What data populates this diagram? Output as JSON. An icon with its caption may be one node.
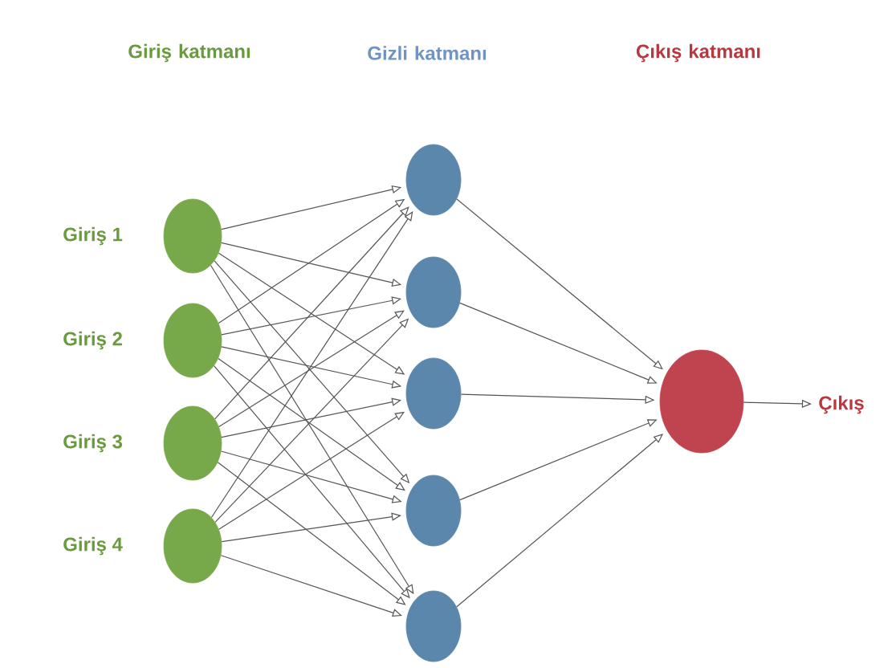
{
  "diagram": {
    "nodes": [
      {
        "text": [],
        "shape": "circle",
        "beside": [
          "Giriş 1"
        ]
      },
      {
        "text": [],
        "shape": "circle",
        "beside": [
          "Giriş 2"
        ]
      },
      {
        "text": [],
        "shape": "circle",
        "beside": [
          "Giriş 3"
        ]
      },
      {
        "text": [],
        "shape": "circle",
        "beside": [
          "Giriş 4"
        ]
      },
      {
        "text": [],
        "shape": "circle"
      },
      {
        "text": [],
        "shape": "circle"
      },
      {
        "text": [],
        "shape": "circle"
      },
      {
        "text": [],
        "shape": "circle"
      },
      {
        "text": [],
        "shape": "circle"
      },
      {
        "text": [],
        "shape": "circle"
      },
      {
        "text": [
          "Çıkış"
        ]
      }
    ],
    "edges": [
      {
        "from": 0,
        "to": 4,
        "arrow": "to"
      },
      {
        "from": 0,
        "to": 5,
        "arrow": "to"
      },
      {
        "from": 0,
        "to": 6,
        "arrow": "to"
      },
      {
        "from": 0,
        "to": 7,
        "arrow": "to"
      },
      {
        "from": 0,
        "to": 8,
        "arrow": "to"
      },
      {
        "from": 1,
        "to": 4,
        "arrow": "to"
      },
      {
        "from": 1,
        "to": 5,
        "arrow": "to"
      },
      {
        "from": 1,
        "to": 6,
        "arrow": "to"
      },
      {
        "from": 1,
        "to": 7,
        "arrow": "to"
      },
      {
        "from": 1,
        "to": 8,
        "arrow": "to"
      },
      {
        "from": 2,
        "to": 4,
        "arrow": "to"
      },
      {
        "from": 2,
        "to": 5,
        "arrow": "to"
      },
      {
        "from": 2,
        "to": 6,
        "arrow": "to"
      },
      {
        "from": 2,
        "to": 7,
        "arrow": "to"
      },
      {
        "from": 2,
        "to": 8,
        "arrow": "to"
      },
      {
        "from": 3,
        "to": 4,
        "arrow": "to"
      },
      {
        "from": 3,
        "to": 5,
        "arrow": "to"
      },
      {
        "from": 3,
        "to": 6,
        "arrow": "to"
      },
      {
        "from": 3,
        "to": 7,
        "arrow": "to"
      },
      {
        "from": 3,
        "to": 8,
        "arrow": "to"
      },
      {
        "from": 4,
        "to": 9,
        "arrow": "to"
      },
      {
        "from": 5,
        "to": 9,
        "arrow": "to"
      },
      {
        "from": 6,
        "to": 9,
        "arrow": "to"
      },
      {
        "from": 7,
        "to": 9,
        "arrow": "to"
      },
      {
        "from": 8,
        "to": 9,
        "arrow": "to"
      },
      {
        "from": 9,
        "to": 10,
        "arrow": "to"
      }
    ],
    "labels": [
      "Giriş katmanı",
      "Gizli katmanı",
      "Çıkış katmanı"
    ]
  }
}
